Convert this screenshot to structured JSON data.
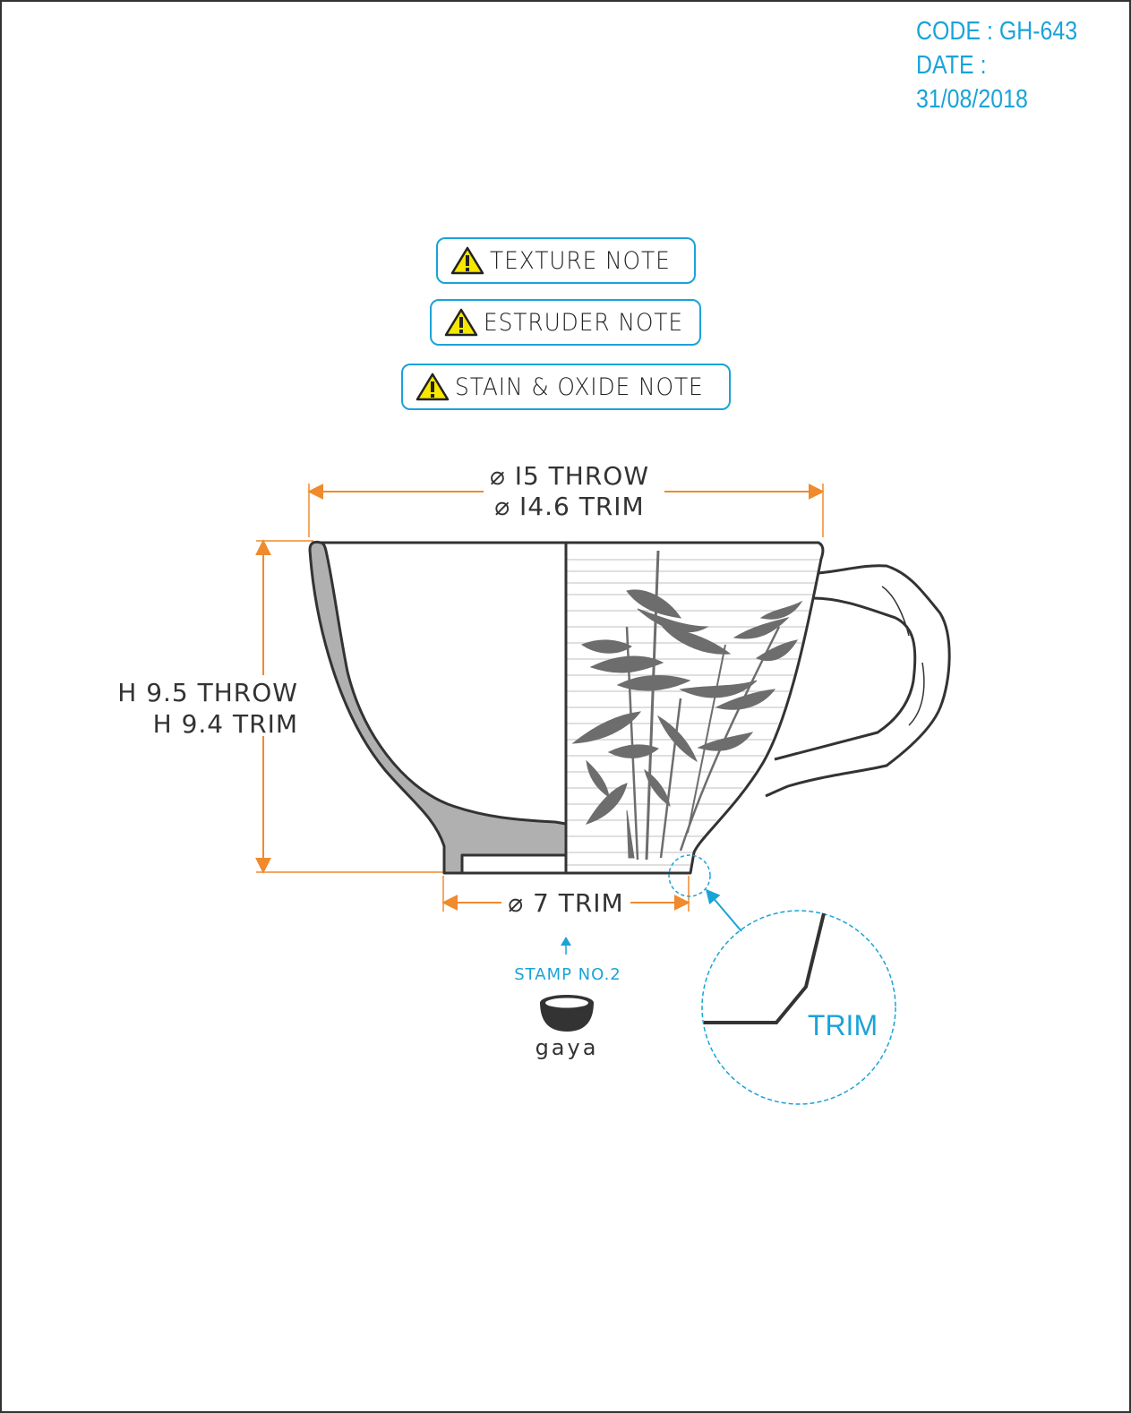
{
  "header": {
    "code": "CODE : GH-643",
    "date": "DATE : 31/08/2018"
  },
  "notes": [
    {
      "label": "TEXTURE NOTE"
    },
    {
      "label": "ESTRUDER NOTE"
    },
    {
      "label": "STAIN & OXIDE NOTE"
    }
  ],
  "dimensions": {
    "diameter_throw": "⌀ I5  THROW",
    "diameter_trim": "⌀ I4.6  TRIM",
    "height_throw": "H 9.5 THROW",
    "height_trim": "H 9.4 TRIM",
    "base_trim": "⌀ 7  TRIM"
  },
  "stamp": {
    "label": "STAMP NO.2",
    "brand": "gaya"
  },
  "detail": {
    "label": "TRIM"
  },
  "colors": {
    "accent_blue": "#1aa3d8",
    "dimension_orange": "#f08a2c",
    "warning_yellow": "#f7e600",
    "section_gray": "#b0b0b0",
    "line_dark": "#333333"
  },
  "icons": [
    "warning-icon",
    "bowl-logo-icon",
    "arrow-up-icon"
  ]
}
